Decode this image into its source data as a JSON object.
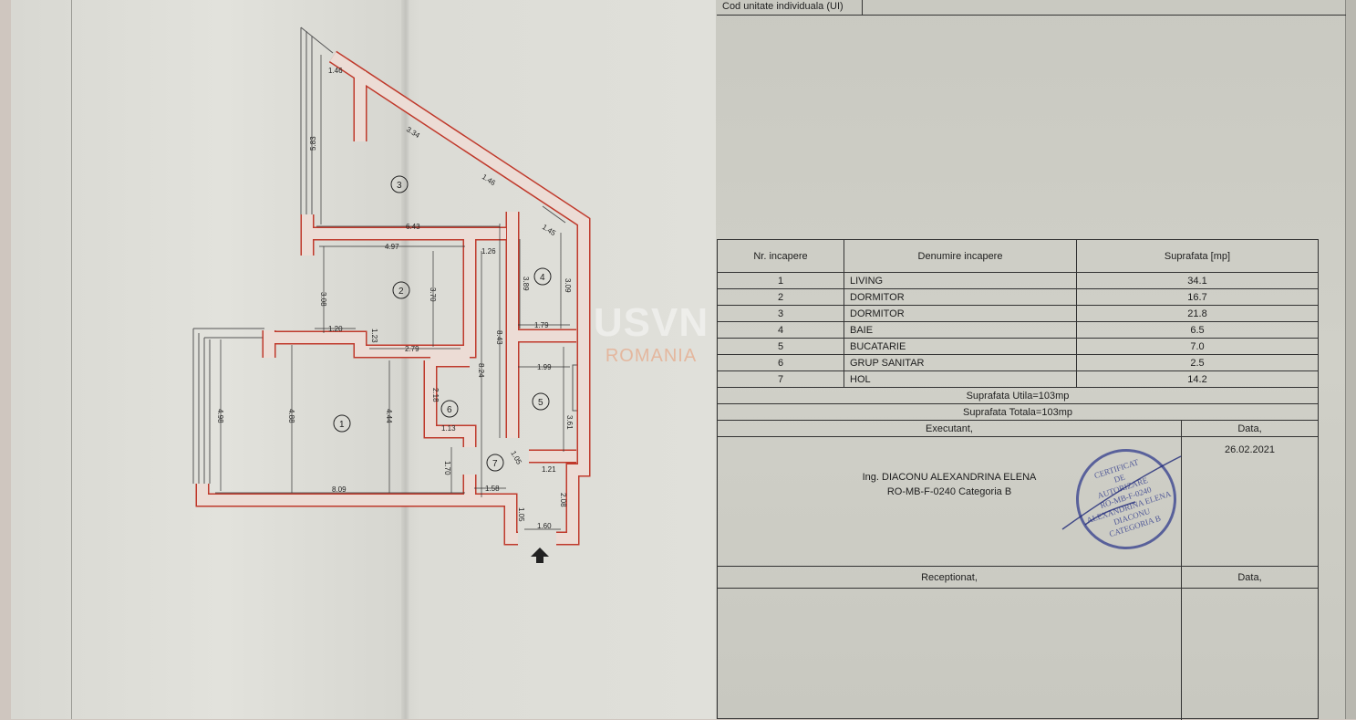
{
  "header": {
    "top_cell_label": "Cod unitate individuala (UI)"
  },
  "plan": {
    "rooms": [
      "1",
      "2",
      "3",
      "4",
      "5",
      "6",
      "7"
    ],
    "dimensions": {
      "d146a": "1.46",
      "d583": "5.83",
      "d334": "3.34",
      "d146b": "1.46",
      "d643": "6.43",
      "d497": "4.97",
      "d126": "1.26",
      "d145": "1.45",
      "d389": "3.89",
      "d309": "3.09",
      "d308": "3.08",
      "d370": "3.70",
      "d120": "1.20",
      "d123": "1.23",
      "d279": "2.79",
      "d179": "1.79",
      "d843": "8.43",
      "d824": "8.24",
      "d199": "1.99",
      "d361": "3.61",
      "d498": "4.98",
      "d488": "4.88",
      "d444": "4.44",
      "d218": "2.18",
      "d113": "1.13",
      "d105a": "1.05",
      "d170": "1.70",
      "d121": "1.21",
      "d809": "8.09",
      "d158": "1.58",
      "d208": "2.08",
      "d105b": "1.05",
      "d160": "1.60"
    },
    "entrance_icon": "arrow-up-icon"
  },
  "table": {
    "headers": {
      "nr": "Nr. incapere",
      "name": "Denumire incapere",
      "area": "Suprafata [mp]"
    },
    "rows": [
      {
        "nr": "1",
        "name": "LIVING",
        "area": "34.1"
      },
      {
        "nr": "2",
        "name": "DORMITOR",
        "area": "16.7"
      },
      {
        "nr": "3",
        "name": "DORMITOR",
        "area": "21.8"
      },
      {
        "nr": "4",
        "name": "BAIE",
        "area": "6.5"
      },
      {
        "nr": "5",
        "name": "BUCATARIE",
        "area": "7.0"
      },
      {
        "nr": "6",
        "name": "GRUP SANITAR",
        "area": "2.5"
      },
      {
        "nr": "7",
        "name": "HOL",
        "area": "14.2"
      }
    ],
    "suprafata_utila": "Suprafata Utila=103mp",
    "suprafata_totala": "Suprafata Totala=103mp",
    "executant_label": "Executant,",
    "data_label": "Data,",
    "executant_date": "26.02.2021",
    "executant_name": "Ing. DIACONU ALEXANDRINA ELENA",
    "executant_cert": "RO-MB-F-0240 Categoria B",
    "receptionat_label": "Receptionat,",
    "receptionat_data_label": "Data,"
  },
  "stamp": {
    "lines": [
      "CERTIFICAT",
      "DE",
      "AUTORIZARE",
      "RO-MB-F-0240",
      "ALEXANDRINA ELENA",
      "DIACONU",
      "CATEGORIA B"
    ]
  },
  "watermark": {
    "line1": "USVN",
    "line2": "ROMANIA"
  },
  "colors": {
    "wall_outline": "#c0392b",
    "wall_fill": "#ecdcd5",
    "stamp": "#323c8c",
    "watermark_accent": "#e8966e"
  }
}
